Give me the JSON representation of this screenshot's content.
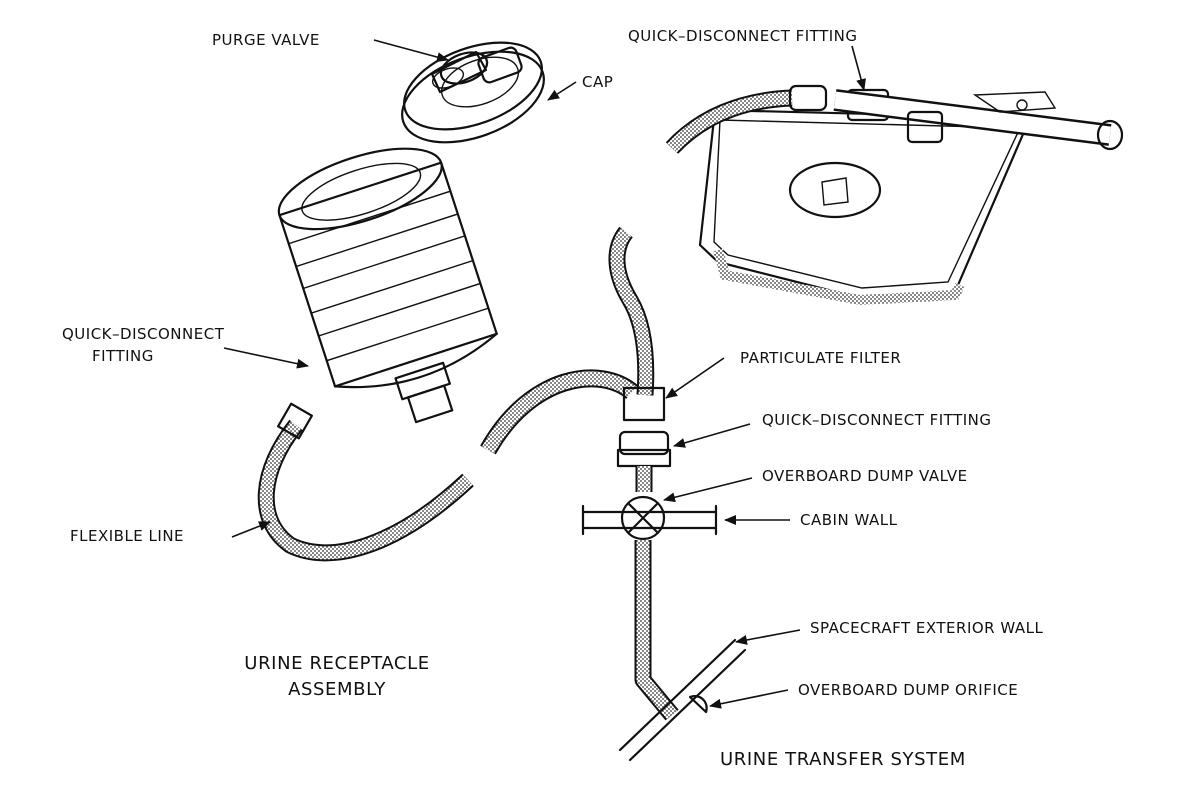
{
  "labels": {
    "purge_valve": "PURGE VALVE",
    "cap": "CAP",
    "qd_top": "QUICK–DISCONNECT FITTING",
    "qd_left_line1": "QUICK–DISCONNECT",
    "qd_left_line2": "FITTING",
    "particulate_filter": "PARTICULATE FILTER",
    "qd_mid": "QUICK–DISCONNECT FITTING",
    "overboard_dump_valve": "OVERBOARD DUMP VALVE",
    "cabin_wall": "CABIN WALL",
    "flexible_line": "FLEXIBLE LINE",
    "spacecraft_exterior_wall": "SPACECRAFT EXTERIOR WALL",
    "overboard_dump_orifice": "OVERBOARD DUMP ORIFICE"
  },
  "titles": {
    "receptacle_line1": "URINE RECEPTACLE",
    "receptacle_line2": "ASSEMBLY",
    "transfer_system": "URINE TRANSFER SYSTEM"
  }
}
